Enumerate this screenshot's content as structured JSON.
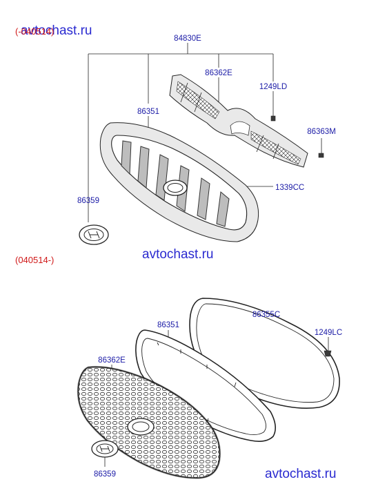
{
  "watermark": "avtochast.ru",
  "upper_section": {
    "date_range": "(-040514)",
    "callouts": {
      "assembly": "84830E",
      "grille_insert": "86362E",
      "screw_top": "1249LD",
      "grille": "86351",
      "clip": "86363M",
      "nut": "1339CC",
      "emblem": "86359"
    }
  },
  "lower_section": {
    "date_range": "(040514-)",
    "callouts": {
      "grille": "86351",
      "seal": "86355C",
      "screw": "1249LC",
      "grille_insert": "86362E",
      "emblem": "86359"
    }
  }
}
